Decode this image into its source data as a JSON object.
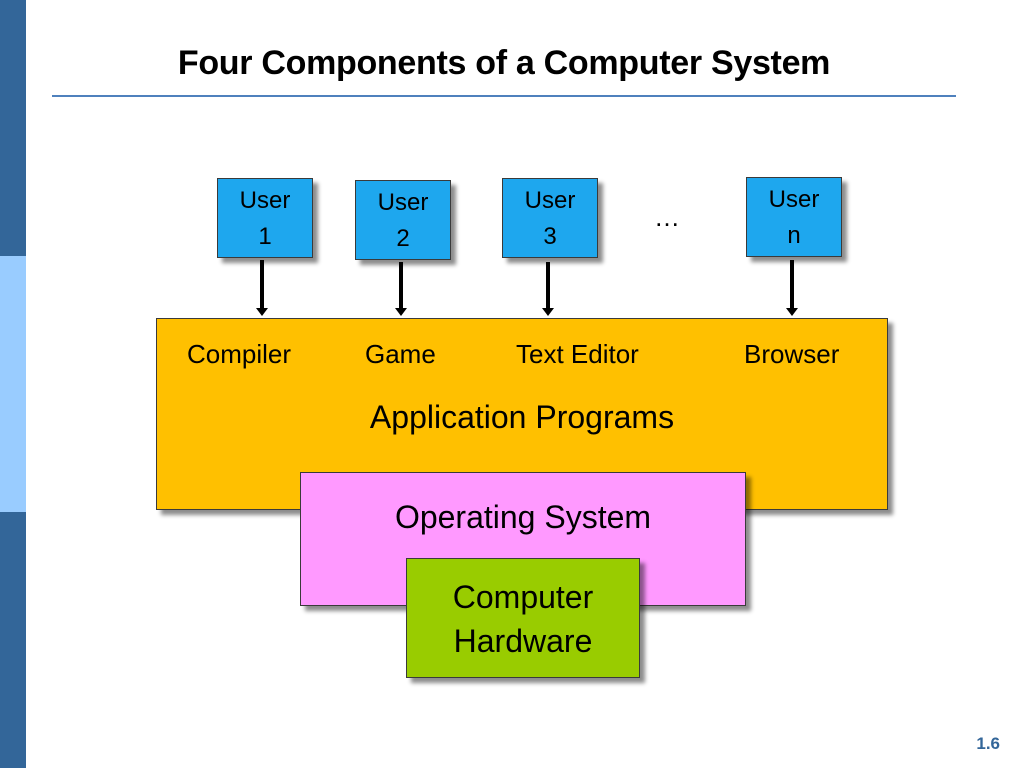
{
  "slide": {
    "title": "Four Components of a Computer System",
    "page_number": "1.6"
  },
  "users": [
    {
      "line1": "User",
      "line2": "1"
    },
    {
      "line1": "User",
      "line2": "2"
    },
    {
      "line1": "User",
      "line2": "3"
    },
    {
      "line1": "User",
      "line2": "n"
    }
  ],
  "ellipsis": "…",
  "application_programs": {
    "title": "Application Programs",
    "items": [
      "Compiler",
      "Game",
      "Text Editor",
      "Browser"
    ]
  },
  "operating_system": {
    "title": "Operating System"
  },
  "computer_hardware": {
    "line1": "Computer",
    "line2": "Hardware"
  },
  "colors": {
    "sidebar_dark": "#336699",
    "sidebar_light": "#99ccff",
    "user_box": "#1ea7ee",
    "application_box": "#ffc000",
    "os_box": "#ff99ff",
    "hardware_box": "#99cc00",
    "title_rule": "#4f81bd"
  }
}
